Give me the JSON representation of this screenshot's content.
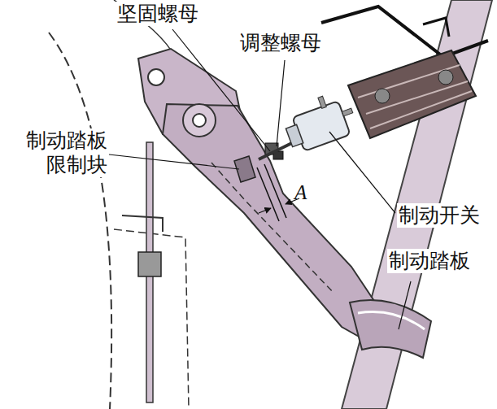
{
  "diagram": {
    "labels": [
      "坚固螺母",
      "调整螺母",
      "制动踏板 限制块",
      "A",
      "制动开关",
      "制动踏板"
    ]
  }
}
